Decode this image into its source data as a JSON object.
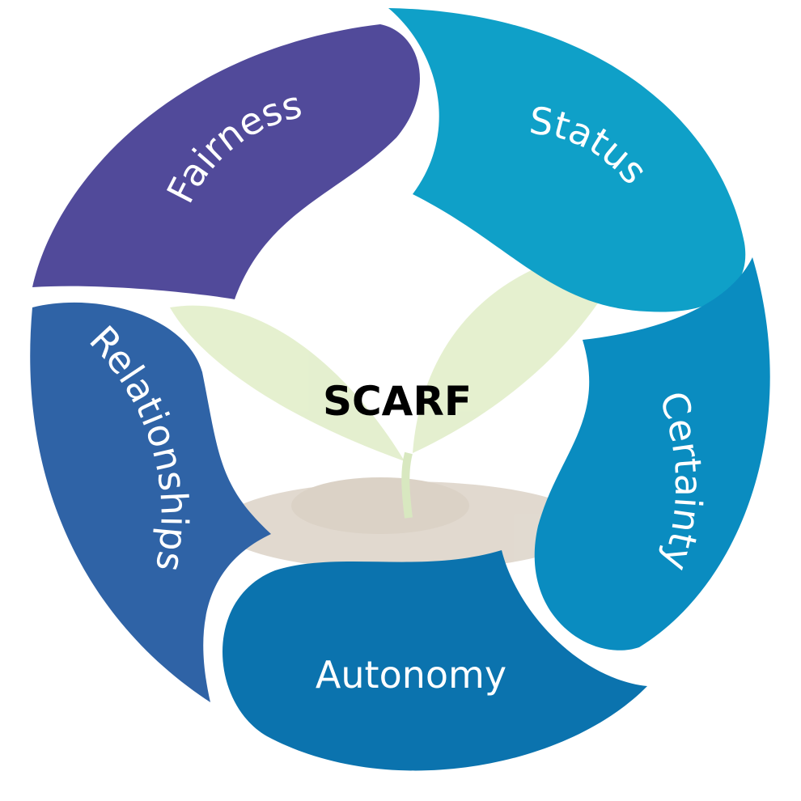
{
  "center": {
    "title": "SCARF"
  },
  "segments": [
    {
      "label": "Status",
      "color": "#0FA0C8"
    },
    {
      "label": "Certainty",
      "color": "#0A8CC0"
    },
    {
      "label": "Autonomy",
      "color": "#0B73AE"
    },
    {
      "label": "Relationships",
      "color": "#2F63A6"
    },
    {
      "label": "Fairness",
      "color": "#514A9A"
    }
  ],
  "illustration": {
    "type": "seedling-sprout",
    "leaf_color": "#CFE3A8",
    "soil_color": "#C9BBA9"
  }
}
